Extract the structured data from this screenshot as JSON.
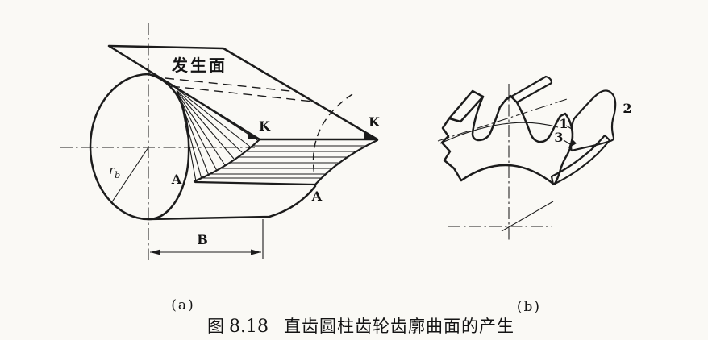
{
  "colors": {
    "ink": "#1c1c1c",
    "paper": "#faf9f5"
  },
  "figure": {
    "caption_fig": "图",
    "caption_number": "8.18",
    "caption_title": "直齿圆柱齿轮齿廓曲面的产生",
    "sublabel_a": "(a)",
    "sublabel_b": "(b)"
  },
  "diagram_a": {
    "generating_plane_label": "发生面",
    "point_k_front": "K",
    "point_k_rear": "K",
    "point_a_front": "A",
    "point_a_rear": "A",
    "base_radius_symbol": "r",
    "base_radius_subscript": "b",
    "face_width_label": "B"
  },
  "diagram_b": {
    "label_1": "1",
    "label_2": "2",
    "label_3": "3"
  }
}
